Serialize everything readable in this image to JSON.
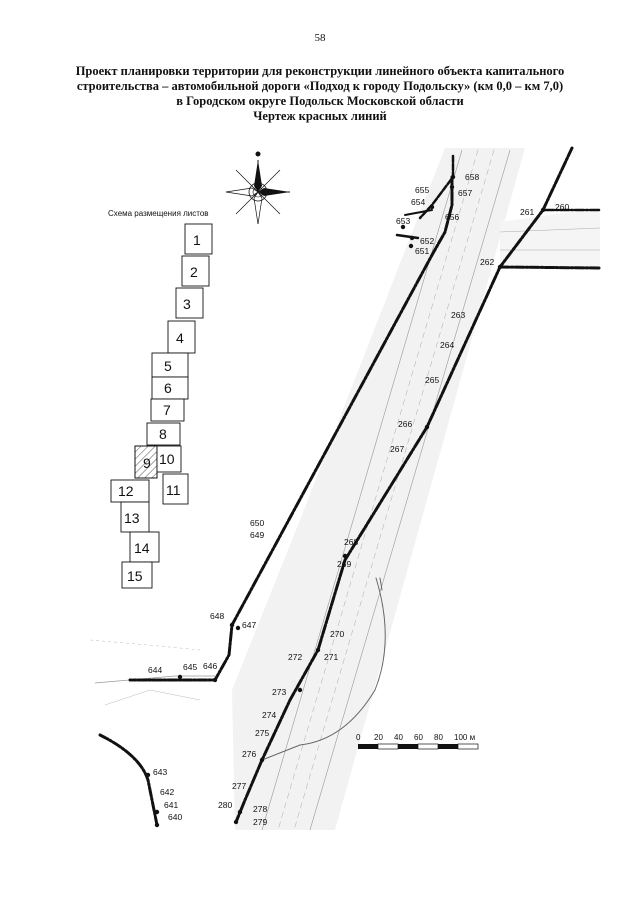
{
  "page": {
    "number": "58"
  },
  "title": {
    "line1": "Проект планировки территории для реконструкции линейного объекта капитального",
    "line2": "строительства – автомобильной дороги «Подход к городу Подольску» (км 0,0 – км 7,0)",
    "line3": "в Городском округе Подольск Московской области",
    "line4": "Чертеж красных линий"
  },
  "layout_key": {
    "title": "Схема размещения листов",
    "sheets": [
      "1",
      "2",
      "3",
      "4",
      "5",
      "6",
      "7",
      "8",
      "9",
      "10",
      "11",
      "12",
      "13",
      "14",
      "15"
    ],
    "current_sheet": "9"
  },
  "scale_bar": {
    "ticks": [
      "0",
      "20",
      "40",
      "60",
      "80",
      "100 м"
    ]
  },
  "points": {
    "640": "640",
    "641": "641",
    "642": "642",
    "643": "643",
    "644": "644",
    "645": "645",
    "646": "646",
    "647": "647",
    "648": "648",
    "649": "649",
    "650": "650",
    "651": "651",
    "652": "652",
    "653": "653",
    "654": "654",
    "655": "655",
    "656": "656",
    "657": "657",
    "658": "658",
    "260": "260",
    "261": "261",
    "262": "262",
    "263": "263",
    "264": "264",
    "265": "265",
    "266": "266",
    "267": "267",
    "268": "268",
    "269": "269",
    "270": "270",
    "271": "271",
    "272": "272",
    "273": "273",
    "274": "274",
    "275": "275",
    "276": "276",
    "277": "277",
    "278": "278",
    "279": "279",
    "280": "280"
  },
  "colors": {
    "ink": "#111111",
    "road_fill": "#f2f2f2",
    "hatch": "#555555"
  },
  "icons": {
    "compass": "compass-rose-icon"
  }
}
